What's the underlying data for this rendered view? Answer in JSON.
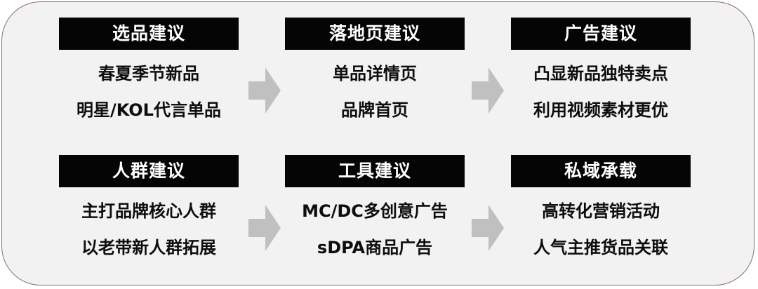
{
  "colors": {
    "panel_background": "#f2f2f2",
    "panel_border": "#8a7060",
    "header_background": "#050505",
    "header_text": "#ffffff",
    "body_text": "#0d0d0d",
    "arrow": "#c0c0c0"
  },
  "rows": [
    {
      "cells": [
        {
          "title": "选品建议",
          "lines": [
            "春夏季节新品",
            "明星/KOL代言单品"
          ]
        },
        {
          "title": "落地页建议",
          "lines": [
            "单品详情页",
            "品牌首页"
          ]
        },
        {
          "title": "广告建议",
          "lines": [
            "凸显新品独特卖点",
            "利用视频素材更优"
          ]
        }
      ]
    },
    {
      "cells": [
        {
          "title": "人群建议",
          "lines": [
            "主打品牌核心人群",
            "以老带新人群拓展"
          ]
        },
        {
          "title": "工具建议",
          "lines": [
            "MC/DC多创意广告",
            "sDPA商品广告"
          ]
        },
        {
          "title": "私域承载",
          "lines": [
            "高转化营销活动",
            "人气主推货品关联"
          ]
        }
      ]
    }
  ]
}
